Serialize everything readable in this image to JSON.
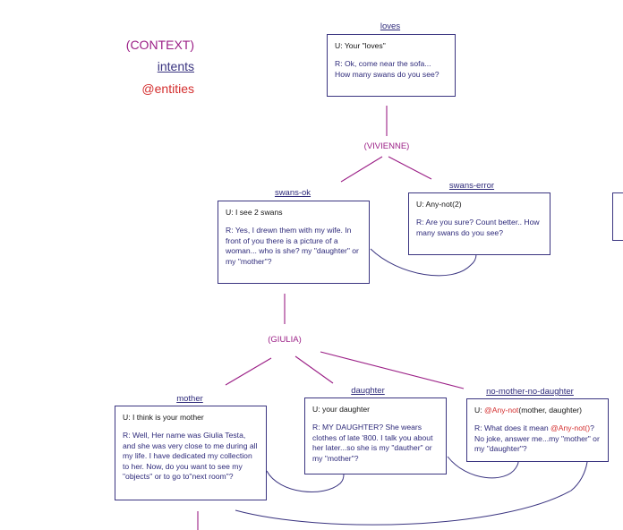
{
  "legend": {
    "context": "(CONTEXT)",
    "intents": "intents",
    "entities": "@entities"
  },
  "nodes": {
    "loves": {
      "intent": "loves",
      "user": "U: Your \"loves\"",
      "response": "R: Ok, come near the sofa... How many swans do you see?"
    },
    "swans_ok": {
      "intent": "swans-ok",
      "user": "U: I see 2 swans",
      "response": "R: Yes, I drewn them with my wife. In front of you there is a picture of a woman... who is she? my \"daughter\" or my \"mother\"?"
    },
    "swans_error": {
      "intent": "swans-error",
      "user": "U: Any-not(2)",
      "response": "R: Are you sure? Count better.. How many swans do you see?"
    },
    "mother": {
      "intent": "mother",
      "user": "U: I think is your mother",
      "response": "R: Well, Her name was Giulia Testa, and she was very close to me during all my life. I have dedicated my collection to her. Now, do you want to see my \"objects\" or to go to\"next room\"?"
    },
    "daughter": {
      "intent": "daughter",
      "user": "U: your daughter",
      "response": "R: MY DAUGHTER? She wears clothes of late '800. I talk you about her later...so she is my \"dauther\" or my \"mother\"?"
    },
    "no_mother_no_daughter": {
      "intent": "no-mother-no-daughter",
      "user_prefix": "U: ",
      "user_entity": "@Any-not",
      "user_suffix": "(mother, daughter)",
      "response_prefix": "R: What does it mean ",
      "response_entity": "@Any-not()",
      "response_suffix": "? No joke, answer me...my \"mother\" or my \"daughter\"?"
    }
  },
  "contexts": {
    "vivienne": "(VIVIENNE)",
    "giulia": "(GIULIA)"
  },
  "colors": {
    "context": "#9b1f86",
    "intent": "#3a3480",
    "entity": "#d42e2e",
    "box_border": "#3a3480",
    "connector": "#9b1f86",
    "loop": "#3a3480"
  }
}
